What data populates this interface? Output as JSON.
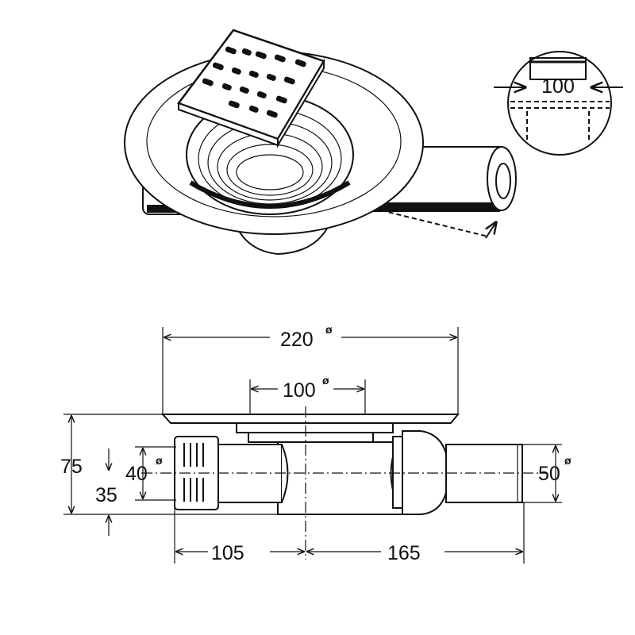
{
  "title": "Floor drain with square grate – dimensioned drawing",
  "inset": {
    "grate_size": "100"
  },
  "dimensions": {
    "flange_diameter": "220",
    "grate_diameter": "100",
    "height": "75",
    "outlet_height": "35",
    "inlet_diameter": "40",
    "outlet_diameter": "50",
    "inlet_to_center": "105",
    "center_to_outlet": "165",
    "diameter_symbol": "ø"
  }
}
